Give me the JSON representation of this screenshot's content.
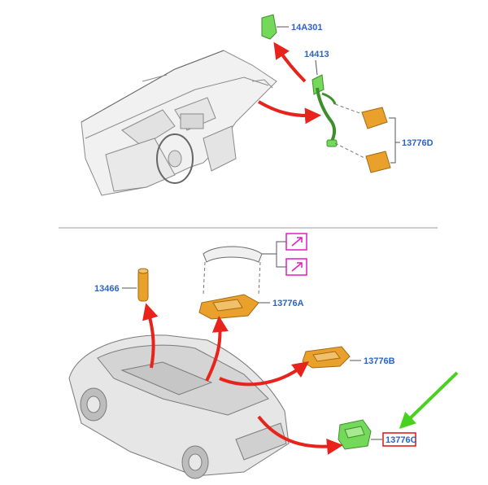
{
  "labels": {
    "p14a301": "14A301",
    "p14413": "14413",
    "p13776d": "13776D",
    "p13466": "13466",
    "p13776a": "13776A",
    "p13776b": "13776B",
    "p13776c": "13776C"
  },
  "colors": {
    "label_blue": "#2b63c6",
    "arrow_red": "#e8231c",
    "arrow_green": "#47d21e",
    "harness_green": "#74d85a",
    "part_orange": "#e9a12b",
    "icon_magenta": "#e01cc6",
    "highlight_box": "#e01010"
  },
  "icons": [
    "external-reference-icon",
    "external-reference-icon"
  ]
}
